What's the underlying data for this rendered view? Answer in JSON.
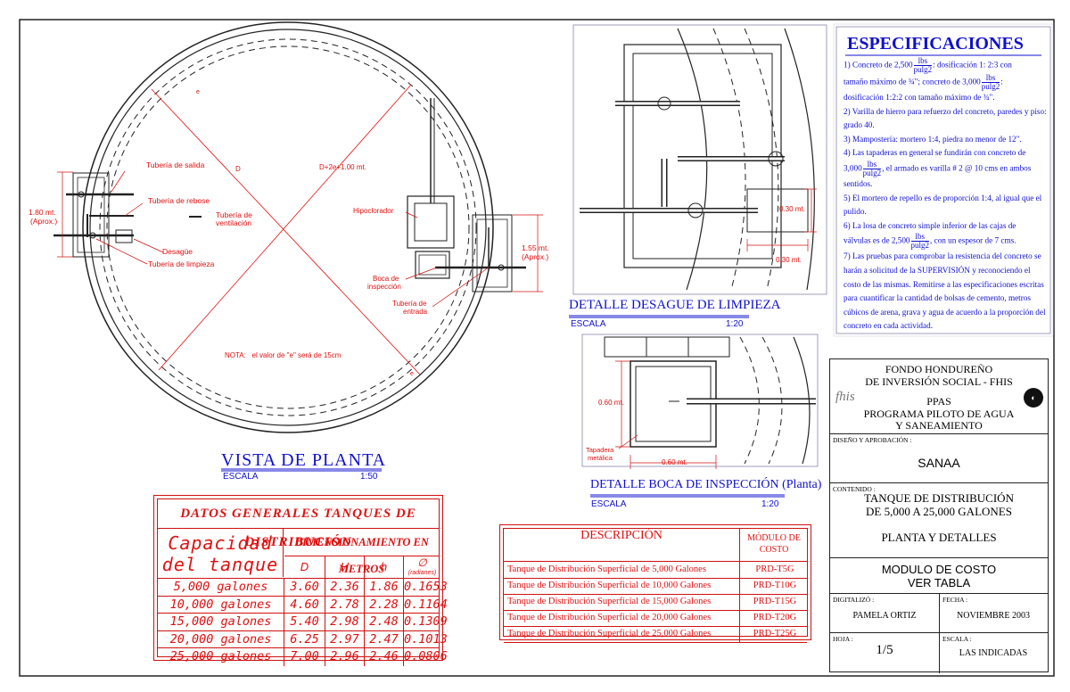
{
  "plan": {
    "title": "VISTA DE PLANTA",
    "scale_label": "ESCALA",
    "scale": "1:50",
    "labels": {
      "outlet_pipe": "Tubería de salida",
      "overflow_pipe": "Tubería de rebose",
      "vent_pipe_1": "Tubería de",
      "vent_pipe_2": "ventilación",
      "drain": "Desagüe",
      "cleaning_pipe": "Tubería de limpieza",
      "hypochlorinator": "Hipoclorador",
      "inspection_1": "Boca de",
      "inspection_2": "inspección",
      "inlet_1": "Tubería de",
      "inlet_2": "entrada",
      "d": "D",
      "d2e": "D+2e+1.00 mt.",
      "e_top": "e",
      "e_bottom": "e",
      "note": "NOTA:   el valor de \"e\" será de 15cm",
      "dim_left_1": "1.80 mt.",
      "dim_left_2": "(Aprox.)",
      "dim_right_1": "1.55 mt.",
      "dim_right_2": "(Aprox.)"
    }
  },
  "detail_drain": {
    "title": "DETALLE DESAGUE DE LIMPIEZA",
    "scale_label": "ESCALA",
    "scale": "1:20",
    "dim_1": "0.30 mt.",
    "dim_2": "0.30 mt."
  },
  "detail_inspection": {
    "title": "DETALLE BOCA DE INSPECCIÓN (Planta)",
    "scale_label": "ESCALA",
    "scale": "1:20",
    "dim_v": "0.60 mt.",
    "dim_h": "0.60 mt.",
    "lid_1": "Tapadera",
    "lid_2": "metálica"
  },
  "specs": {
    "title": "ESPECIFICACIONES",
    "item1_a": "1)  Concreto de 2,500",
    "unit_num": "lbs",
    "unit_den": "pulg2",
    "item1_b": "dosificación 1: 2:3 con",
    "item1_c": "tamaño máximo de ¾\"; concreto de 3,000",
    "item1_d": ":",
    "item1_e": "dosificación 1:2:2 con tamaño máximo de ¾\".",
    "item2": "2)  Varilla de hierro para refuerzo del concreto, paredes y piso:  grado 40.",
    "item3": "3)  Mampostería:  mortero 1:4, piedra no menor de 12\".",
    "item4_a": "4)  Las tapaderas en general se fundirán con concreto de",
    "item4_b": "3,000",
    "item4_c": ", el armado es varilla # 2 @ 10 cms en ambos sentidos.",
    "item5": "5)  El mortero de repello es de proporción 1:4, al igual que el pulido.",
    "item6_a": "6)  La losa de concreto simple inferior de las cajas de",
    "item6_b": "válvulas es de 2,500",
    "item6_c": ", con un espesor de 7 cms.",
    "item7": "7) Las pruebas para comprobar la resistencia del concreto se harán a solicitud de la SUPERVISIÓN y reconociendo el costo de las mismas. Remitirse a las especificaciones escritas para cuantificar la cantidad de bolsas de cemento, metros cúbicos de arena, grava y agua de acuerdo a la proporción del concreto en cada actividad."
  },
  "general_table": {
    "title": "DATOS GENERALES TANQUES DE DISTRIBUCIÓN",
    "capacity_1": "Capacidad",
    "capacity_2": "del tanque",
    "dims_header": "DIMENSIONAMIENTO EN METROS",
    "col_d": "D",
    "col_H": "H",
    "col_h": "h",
    "col_phi": "∅",
    "col_phi_unit": "(radianes)",
    "rows": [
      {
        "cap": "5,000  galones",
        "D": "3.60",
        "H": "2.36",
        "h": "1.86",
        "phi": "0.1653"
      },
      {
        "cap": "10,000  galones",
        "D": "4.60",
        "H": "2.78",
        "h": "2.28",
        "phi": "0.1164"
      },
      {
        "cap": "15,000  galones",
        "D": "5.40",
        "H": "2.98",
        "h": "2.48",
        "phi": "0.1309"
      },
      {
        "cap": "20,000  galones",
        "D": "6.25",
        "H": "2.97",
        "h": "2.47",
        "phi": "0.1013"
      },
      {
        "cap": "25,000  galones",
        "D": "7.00",
        "H": "2.96",
        "h": "2.46",
        "phi": "0.0806"
      }
    ]
  },
  "desc_table": {
    "h1": "DESCRIPCIÓN",
    "h2_1": "MÓDULO DE",
    "h2_2": "COSTO",
    "rows": [
      {
        "desc": "Tanque de Distribución Superficial de 5,000 Galones",
        "code": "PRD-T5G"
      },
      {
        "desc": "Tanque de Distribución Superficial de 10,000 Galones",
        "code": "PRD-T10G"
      },
      {
        "desc": "Tanque de Distribución Superficial de 15,000 Galones",
        "code": "PRD-T15G"
      },
      {
        "desc": "Tanque de Distribución Superficial de 20,000 Galones",
        "code": "PRD-T20G"
      },
      {
        "desc": "Tanque de Distribución Superficial de 25,000 Galones",
        "code": "PRD-T25G"
      }
    ]
  },
  "title_block": {
    "org_1": "FONDO HONDUREÑO",
    "org_2": "DE INVERSIÓN SOCIAL - FHIS",
    "logo_text": "fhis",
    "program_1": "PPAS",
    "program_2": "PROGRAMA PILOTO DE AGUA",
    "program_3": "Y SANEAMIENTO",
    "design_label": "DISEÑO Y APROBACIÓN :",
    "design_value": "SANAA",
    "content_label": "CONTENIDO :",
    "content_1": "TANQUE DE DISTRIBUCIÓN",
    "content_2": "DE 5,000 A 25,000 GALONES",
    "content_3": "PLANTA Y DETALLES",
    "module_1": "MODULO DE COSTO",
    "module_2": "VER TABLA",
    "digit_label": "DIGITALIZÓ :",
    "digit_value": "PAMELA ORTIZ",
    "date_label": "FECHA :",
    "date_value": "NOVIEMBRE 2003",
    "sheet_label": "HOJA :",
    "sheet_value": "1/5",
    "scale_label": "ESCALA :",
    "scale_value": "LAS INDICADAS"
  },
  "colors": {
    "red": "#e01010",
    "blue": "#1010d0",
    "black": "#222222",
    "dim_line": "#d01010"
  }
}
